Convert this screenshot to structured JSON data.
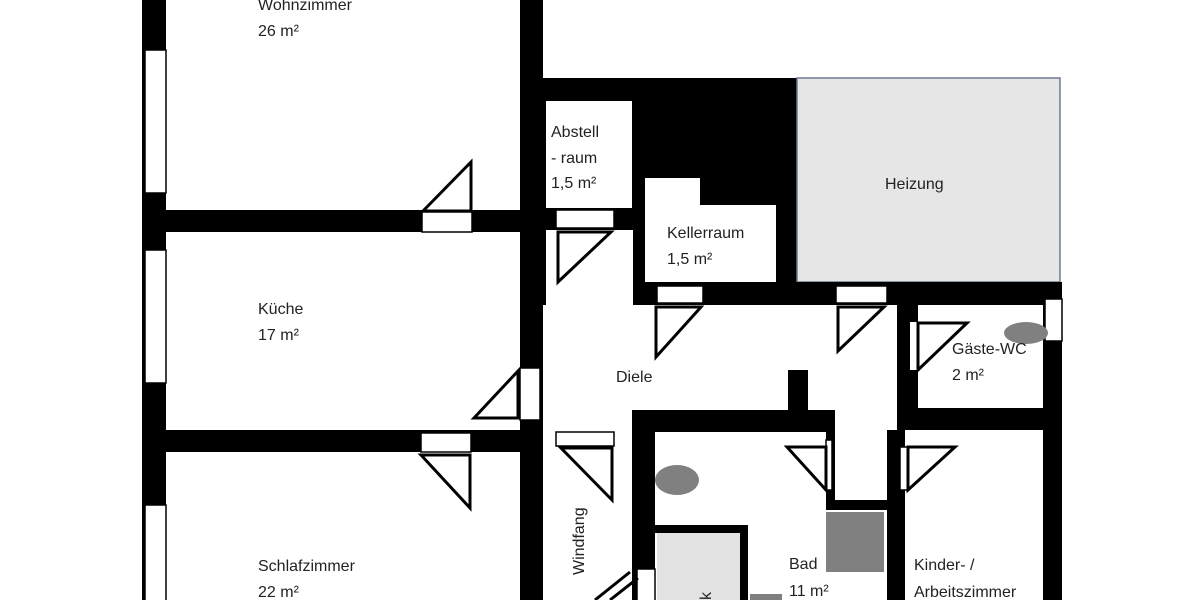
{
  "plan": {
    "rooms": {
      "wohnzimmer": {
        "name": "Wohnzimmer",
        "area": "26 m²"
      },
      "kueche": {
        "name": "Küche",
        "area": "17 m²"
      },
      "schlafzimmer": {
        "name": "Schlafzimmer",
        "area": "22 m²"
      },
      "abstellraum": {
        "name_line1": "Abstell",
        "name_line2": "- raum",
        "area": "1,5 m²"
      },
      "kellerraum": {
        "name": "Kellerraum",
        "area": "1,5 m²"
      },
      "heizung": {
        "name": "Heizung"
      },
      "diele": {
        "name": "Diele"
      },
      "gaeste_wc": {
        "name": "Gäste-WC",
        "area": "2 m²"
      },
      "windfang": {
        "name": "Windfang"
      },
      "bad": {
        "name": "Bad",
        "area": "11 m²"
      },
      "kinderzimmer": {
        "name_line1": "Kinder- /",
        "name_line2": "Arbeitszimmer"
      },
      "partial_room": {
        "name": "k"
      }
    },
    "colors": {
      "wall": "#000000",
      "heizung_fill": "#e6e6e6",
      "fixture": "#808080",
      "light_fixture": "#e3e3e3"
    }
  }
}
